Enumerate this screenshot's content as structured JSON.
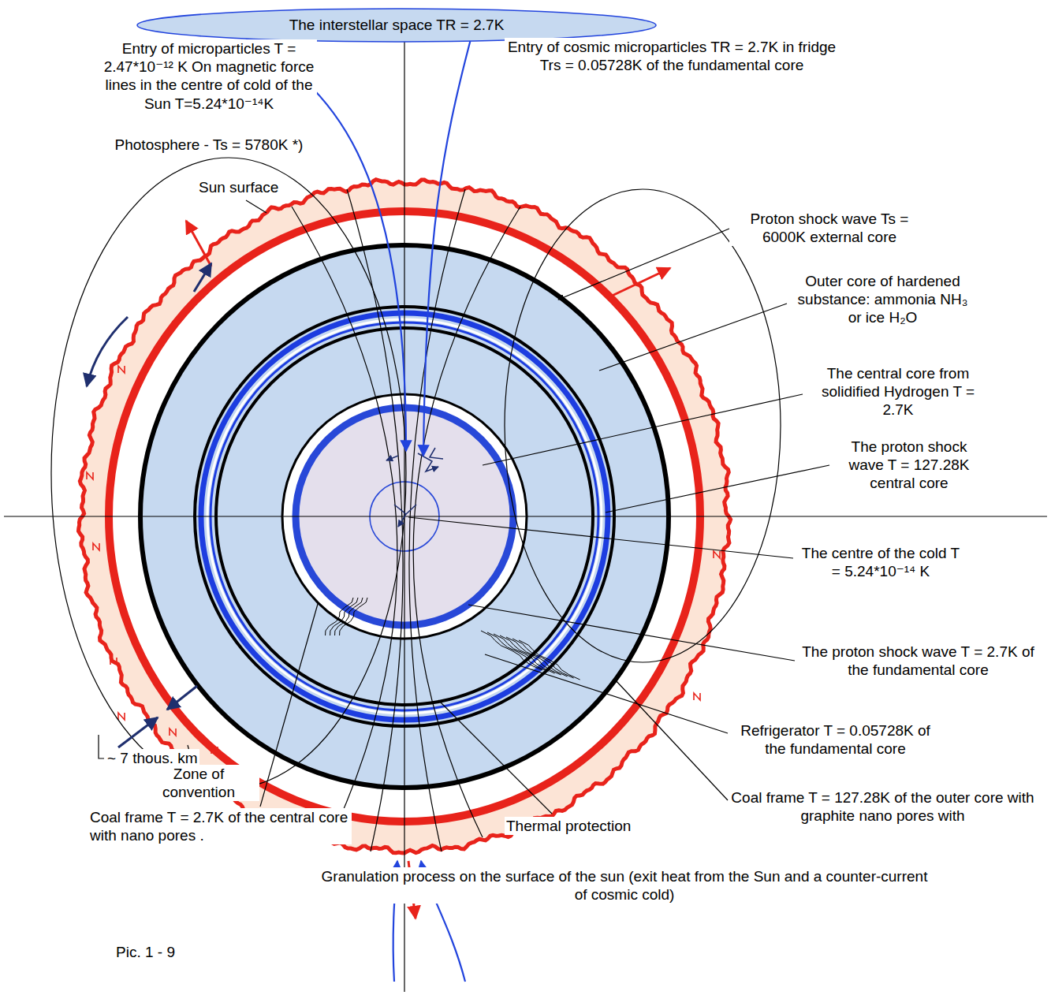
{
  "diagram": {
    "nodes": [
      {
        "text": [
          "The interstellar space TR = 2.7K"
        ]
      }
    ],
    "labels": [
      "Entry of microparticles T = 2.47*10⁻¹² K On magnetic force lines in the centre of cold of the Sun T=5.24*10⁻¹⁴K",
      "Photosphere - Ts = 5780K *)",
      "Sun surface",
      "Entry of cosmic microparticles TR = 2.7K in fridge Trs = 0.05728K of the fundamental core",
      "Proton shock wave Ts = 6000K external core",
      "Outer core of hardened substance: ammonia NH₃ or ice H₂O",
      "The central core from solidified Hydrogen T = 2.7K",
      "The proton shock wave T = 127.28K central core",
      "The centre of the cold T = 5.24*10⁻¹⁴ K",
      "The proton shock wave T = 2.7K of the fundamental core",
      "Refrigerator T = 0.05728K of the fundamental core",
      "Coal frame T = 127.28K of the outer core with graphite nano pores with",
      "Thermal protection",
      "Coal frame T = 2.7K of the central core with nano pores .",
      "~ 7 thous. km",
      "Zone of convention",
      "Granulation process on the surface of the sun (exit heat from the Sun and a counter-current of cosmic cold)",
      "Pic. 1 - 9"
    ]
  }
}
